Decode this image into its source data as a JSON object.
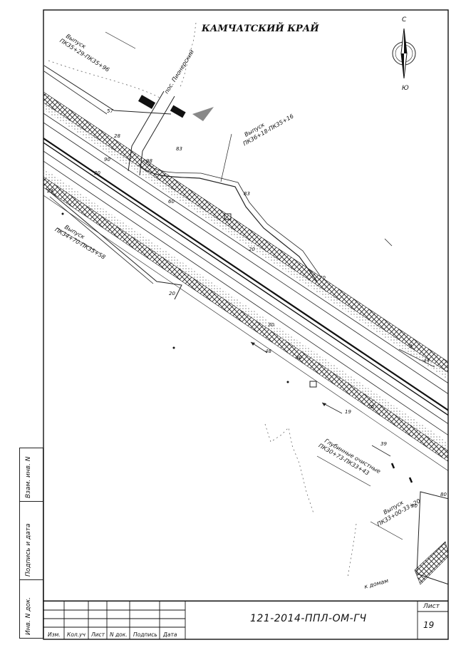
{
  "drawing": {
    "title": "КАМЧАТСКИЙ КРАЙ",
    "compass": {
      "north": "С",
      "south": "Ю"
    },
    "labels": {
      "outlet_1": [
        "Выпуск",
        "ПК35+29-ПК35+96"
      ],
      "outlet_2": [
        "Выпуск",
        "ПК36+18-ПК35+16"
      ],
      "outlet_3": [
        "Выпуск",
        "ПК34+70-ПК35+58"
      ],
      "outlet_4": [
        "Выпуск",
        "ПК33+00-33+20"
      ],
      "treatment": [
        "Глубинные очистные",
        "ПК30+73-ПК33+43"
      ],
      "settlement": "пос. Пионерский",
      "to_houses": "к домам"
    },
    "numbers": [
      "57",
      "83",
      "83",
      "28",
      "98",
      "30",
      "60",
      "90",
      "23",
      "20",
      "70",
      "30",
      "48",
      "40",
      "9",
      "44",
      "19",
      "70",
      "39",
      "30",
      "20",
      "80"
    ]
  },
  "side_stamp": {
    "rows": [
      "Взам. инв. N",
      "Подпись и дата",
      "Инв. N док."
    ]
  },
  "title_block": {
    "headers": [
      "Изм.",
      "Кол.уч",
      "Лист",
      "N док.",
      "Подпись",
      "Дата"
    ],
    "code": "121-2014-ППЛ-ОМ-ГЧ",
    "sheet_label": "Лист",
    "sheet_number": "19"
  }
}
